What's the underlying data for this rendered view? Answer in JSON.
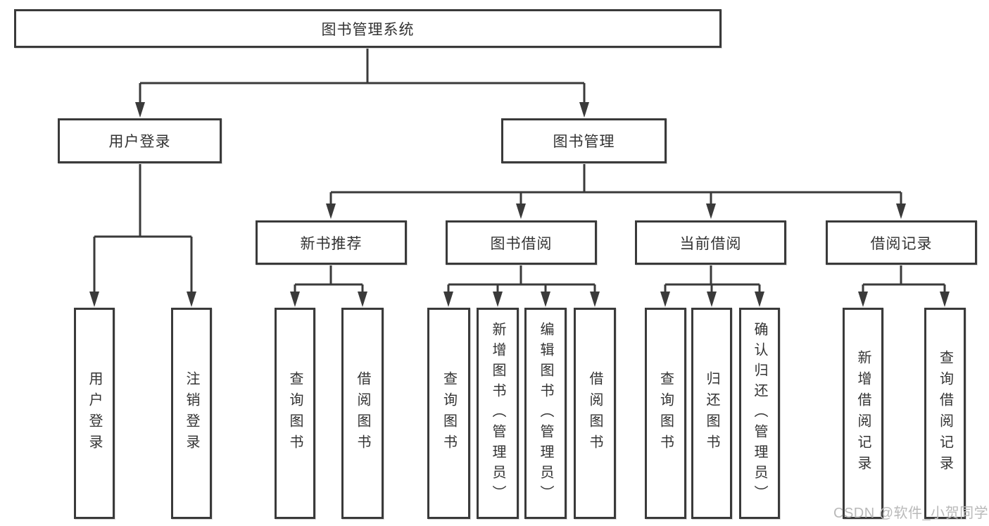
{
  "diagram": {
    "title": "图书管理系统",
    "type": "hierarchy-tree",
    "structure": {
      "root": "图书管理系统",
      "children_of_root": [
        "用户登录",
        "图书管理"
      ],
      "children_of_user_login": [
        "用户登录",
        "注销登录"
      ],
      "children_of_book_mgmt": [
        "新书推荐",
        "图书借阅",
        "当前借阅",
        "借阅记录"
      ],
      "children_of_new_book_rec": [
        "查询图书",
        "借阅图书"
      ],
      "children_of_book_borrow": [
        "查询图书",
        "新增图书（管理员）",
        "编辑图书（管理员）",
        "借阅图书"
      ],
      "children_of_current_borrow": [
        "查询图书",
        "归还图书",
        "确认归还（管理员）"
      ],
      "children_of_borrow_records": [
        "新增借阅记录",
        "查询借阅记录"
      ]
    }
  },
  "nodes": {
    "root": "图书管理系统",
    "user_login": "用户登录",
    "book_mgmt": "图书管理",
    "new_book_rec": "新书推荐",
    "book_borrow": "图书借阅",
    "current_borrow": "当前借阅",
    "borrow_records": "借阅记录",
    "login_leaves": [
      "用户登录",
      "注销登录"
    ],
    "rec_leaves": [
      "查询图书",
      "借阅图书"
    ],
    "borrow_leaves": [
      "查询图书",
      "新增图书（管理员）",
      "编辑图书（管理员）",
      "借阅图书"
    ],
    "current_leaves": [
      "查询图书",
      "归还图书",
      "确认归还（管理员）"
    ],
    "record_leaves": [
      "新增借阅记录",
      "查询借阅记录"
    ]
  },
  "watermark": "CSDN @软件_小贺同学",
  "colors": {
    "line": "#3a3a3a",
    "box_border": "#3a3a3a",
    "text": "#333333",
    "watermark": "#b9b9b9",
    "background": "#ffffff"
  }
}
